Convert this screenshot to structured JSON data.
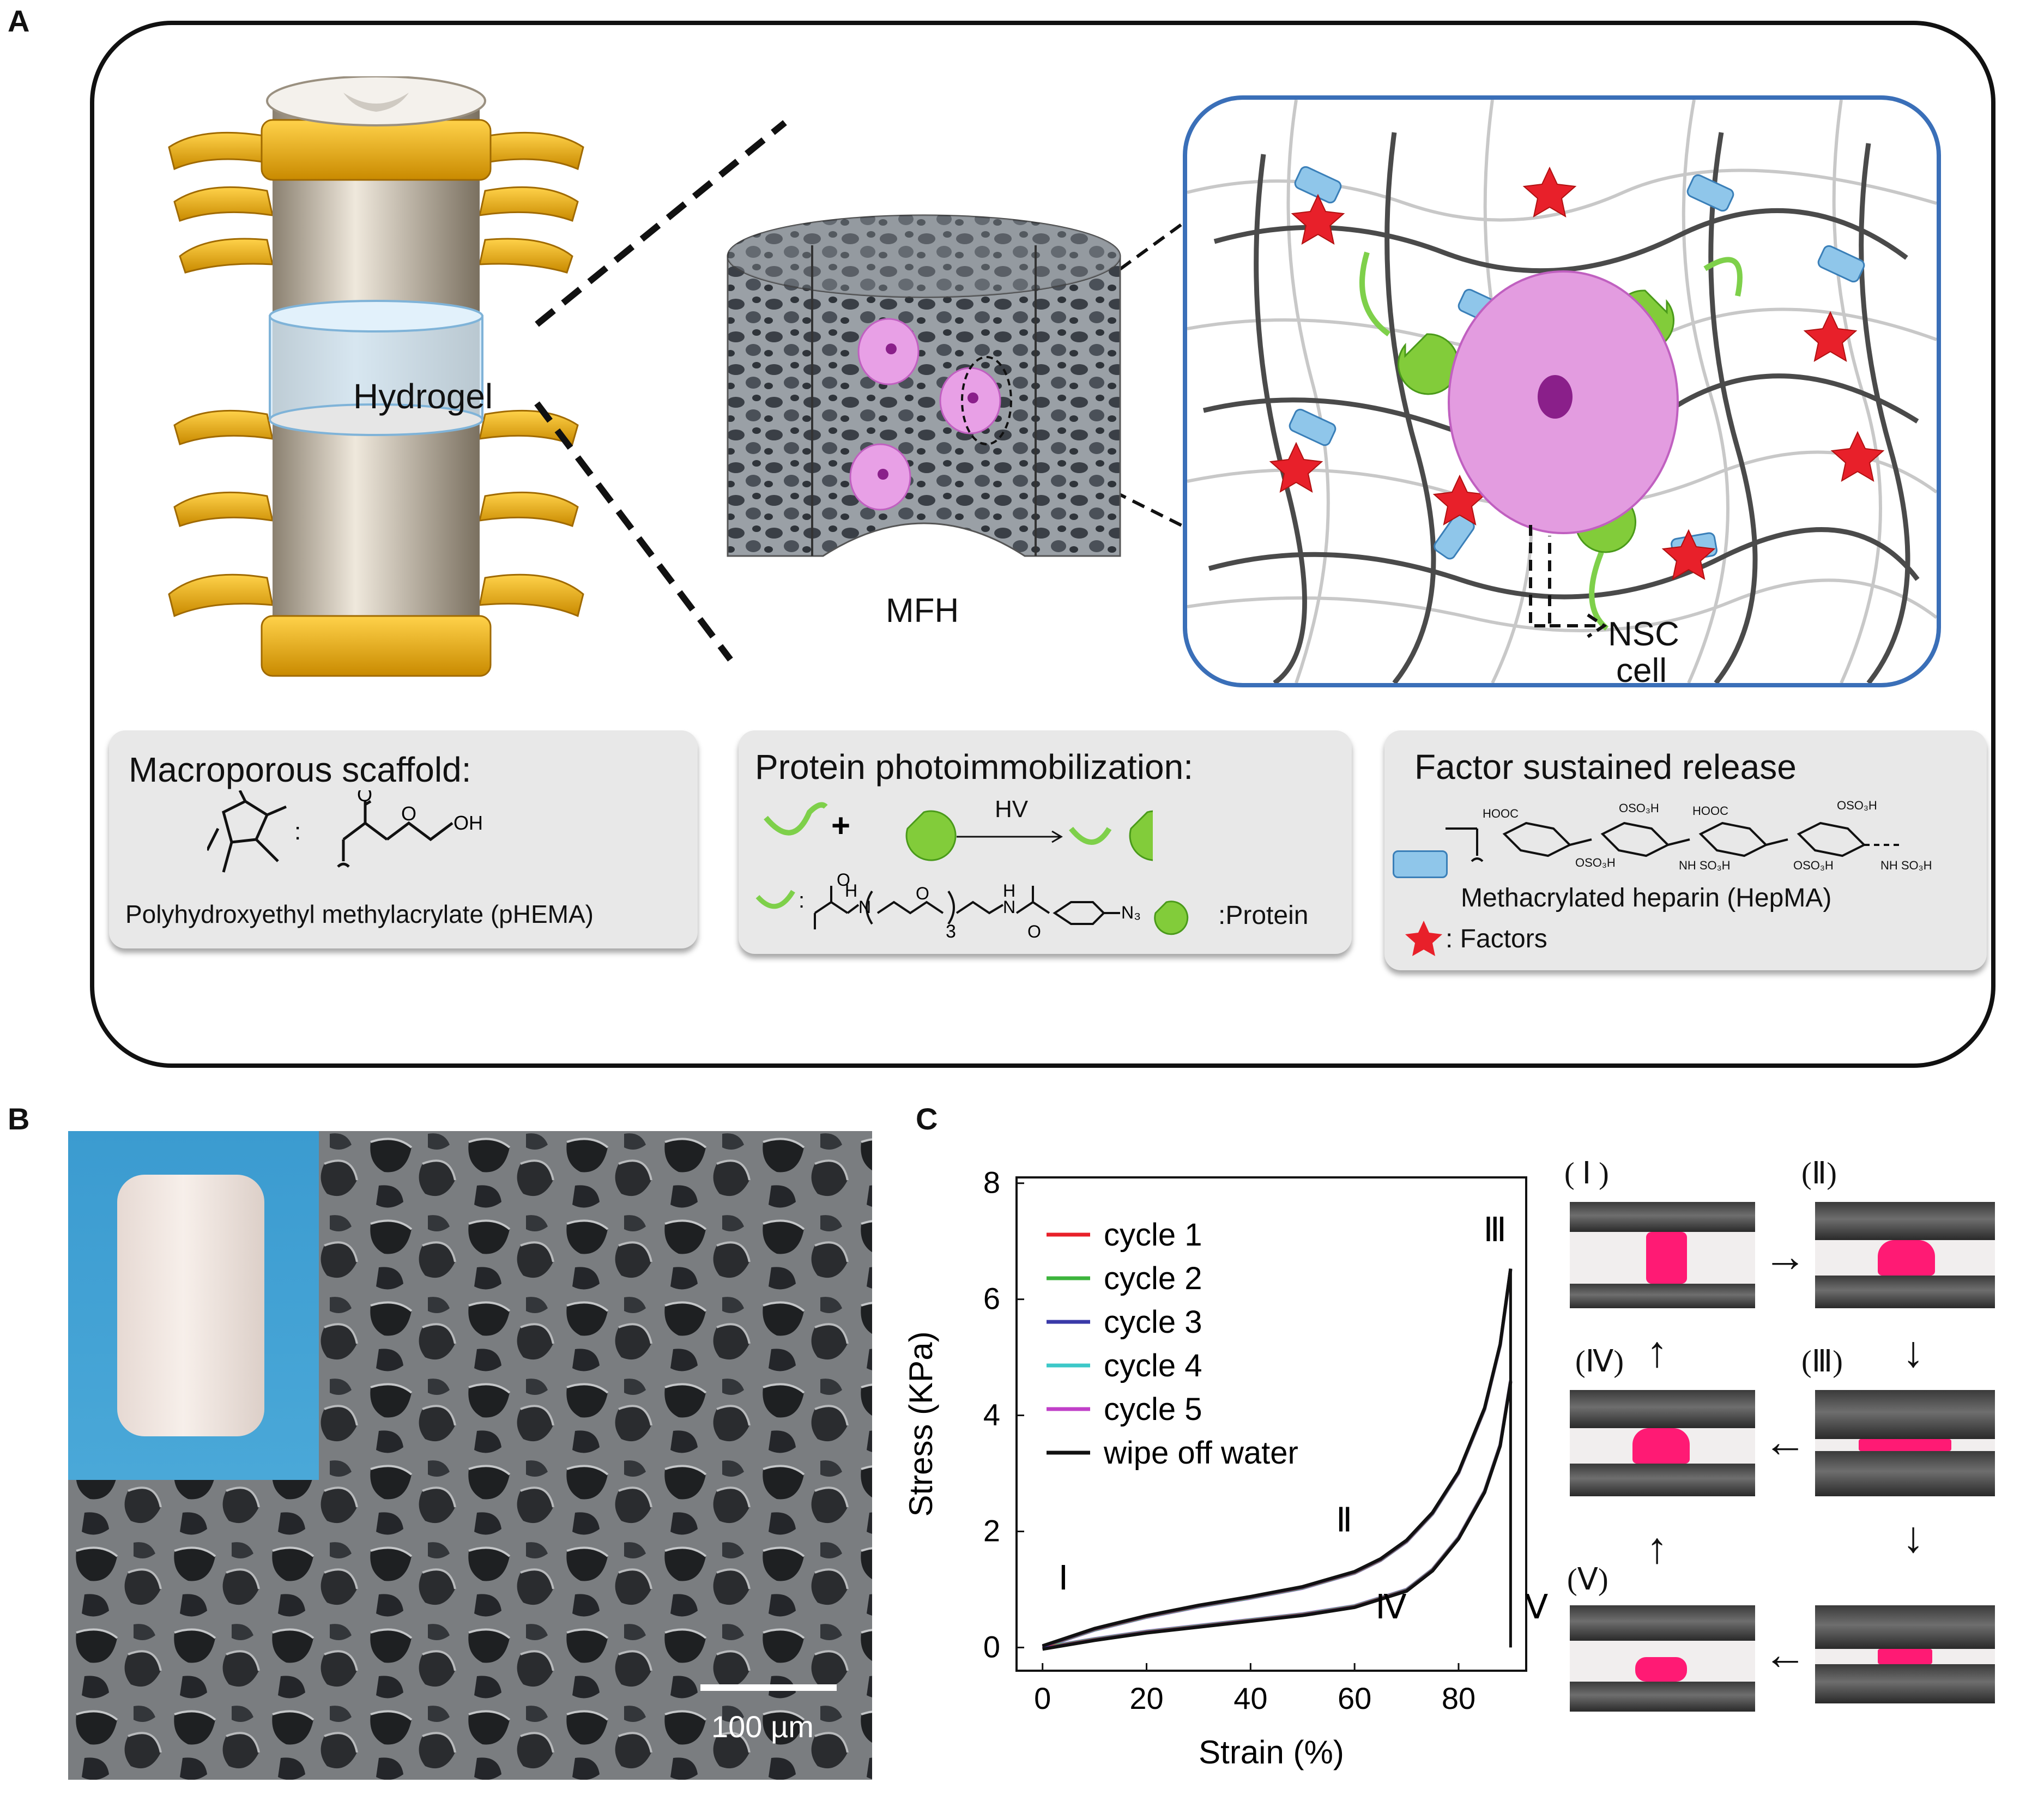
{
  "panels": {
    "a_letter": "A",
    "b_letter": "B",
    "c_letter": "C"
  },
  "panel_a": {
    "hydrogel_label": "Hydrogel",
    "mfh_label": "MFH",
    "nsc_label_line1": "NSC",
    "nsc_label_line2": "cell",
    "box1": {
      "title": "Macroporous scaffold:",
      "caption": "Polyhydroxyethyl  methylacrylate  (pHEMA)"
    },
    "box2": {
      "title": "Protein photoimmobilization:",
      "arrow_label": "HV",
      "subscript": "3",
      "azide": "N₃",
      "protein_label": ":Protein"
    },
    "box3": {
      "title": "Factor sustained release",
      "caption": "Methacrylated heparin (HepMA)",
      "factors_label": ": Factors"
    }
  },
  "panel_b": {
    "scale_label": "100 µm"
  },
  "chart_data": {
    "type": "line",
    "xlabel": "Strain (%)",
    "ylabel": "Stress (KPa)",
    "xlim": [
      -5,
      93
    ],
    "ylim": [
      -0.4,
      8.1
    ],
    "x_ticks": [
      "0",
      "20",
      "40",
      "60",
      "80"
    ],
    "y_ticks": [
      "0",
      "2",
      "4",
      "6",
      "8"
    ],
    "legend_position": "top-left",
    "series": [
      {
        "name": "cycle 1",
        "color": "#e8202a"
      },
      {
        "name": "cycle 2",
        "color": "#3cb43c"
      },
      {
        "name": "cycle 3",
        "color": "#3a3aa8"
      },
      {
        "name": "cycle 4",
        "color": "#3cc8c8"
      },
      {
        "name": "cycle 5",
        "color": "#c040c8"
      },
      {
        "name": "wipe off water",
        "color": "#111111"
      }
    ],
    "loading_curve": {
      "x": [
        0,
        10,
        20,
        30,
        40,
        50,
        60,
        65,
        70,
        75,
        80,
        85,
        88,
        90
      ],
      "y": [
        0,
        0.3,
        0.52,
        0.7,
        0.85,
        1.02,
        1.28,
        1.5,
        1.82,
        2.3,
        3.0,
        4.1,
        5.2,
        6.5
      ]
    },
    "unloading_curve": {
      "x": [
        90,
        88,
        85,
        80,
        75,
        70,
        60,
        50,
        40,
        30,
        20,
        10,
        0
      ],
      "y": [
        4.6,
        3.5,
        2.7,
        1.9,
        1.35,
        1.0,
        0.72,
        0.58,
        0.48,
        0.38,
        0.28,
        0.15,
        0
      ]
    },
    "drop_line": {
      "x": [
        90,
        90
      ],
      "y": [
        6.5,
        0
      ]
    },
    "annotations": [
      {
        "text": "Ⅰ",
        "x": 4,
        "y": 1.0
      },
      {
        "text": "Ⅱ",
        "x": 58,
        "y": 2.0
      },
      {
        "text": "Ⅲ",
        "x": 87,
        "y": 7.0
      },
      {
        "text": "Ⅳ",
        "x": 67,
        "y": 0.5
      },
      {
        "text": "Ⅴ",
        "x": 95,
        "y": 0.5
      }
    ]
  },
  "stage_labels": [
    "( Ⅰ )",
    "(Ⅱ)",
    "(Ⅲ)",
    "(Ⅳ)",
    "(Ⅴ)"
  ]
}
